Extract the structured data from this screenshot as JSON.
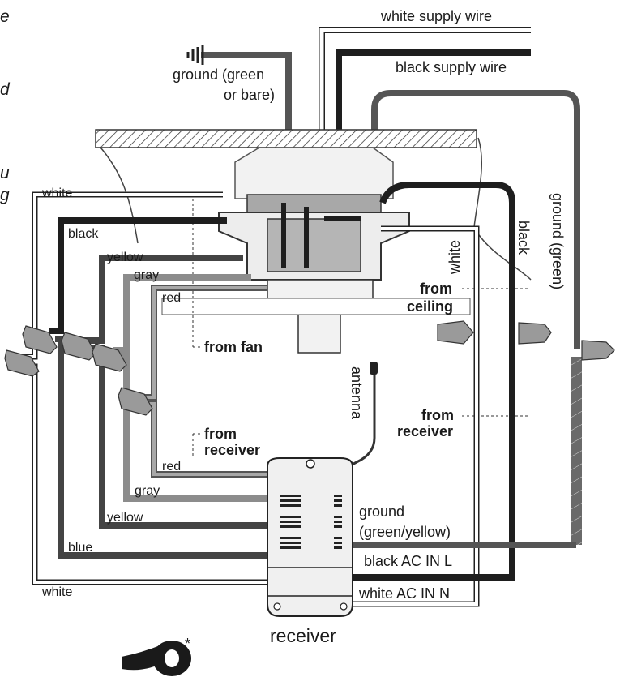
{
  "margin_text": [
    "e",
    "d",
    "u",
    "g"
  ],
  "supply": {
    "white_label": "white supply wire",
    "black_label": "black supply wire",
    "ground_line1": "ground (green",
    "ground_line2": "or bare)"
  },
  "fan_wires": {
    "white": "white",
    "black": "black",
    "yellow": "yellow",
    "gray": "gray",
    "red": "red",
    "from_fan": "from fan"
  },
  "ceiling_wires": {
    "white": "white",
    "black": "black",
    "ground": "ground (green)",
    "from_ceiling_1": "from",
    "from_ceiling_2": "ceiling"
  },
  "receiver_wires": {
    "from_receiver_left_1": "from",
    "from_receiver_left_2": "receiver",
    "from_receiver_right_1": "from",
    "from_receiver_right_2": "receiver",
    "red": "red",
    "gray": "gray",
    "yellow": "yellow",
    "blue": "blue",
    "white": "white",
    "antenna": "antenna",
    "ground_1": "ground",
    "ground_2": "(green/yellow)",
    "black_ac": "black AC IN L",
    "white_ac": "white AC IN N",
    "title": "receiver"
  },
  "tape_mark": "*",
  "colors": {
    "black_wire": "#1e1e1e",
    "dark_gray_wire": "#555555",
    "gray_wire": "#8c8c8c",
    "white_wire": "#ffffff",
    "outline": "#222222"
  }
}
